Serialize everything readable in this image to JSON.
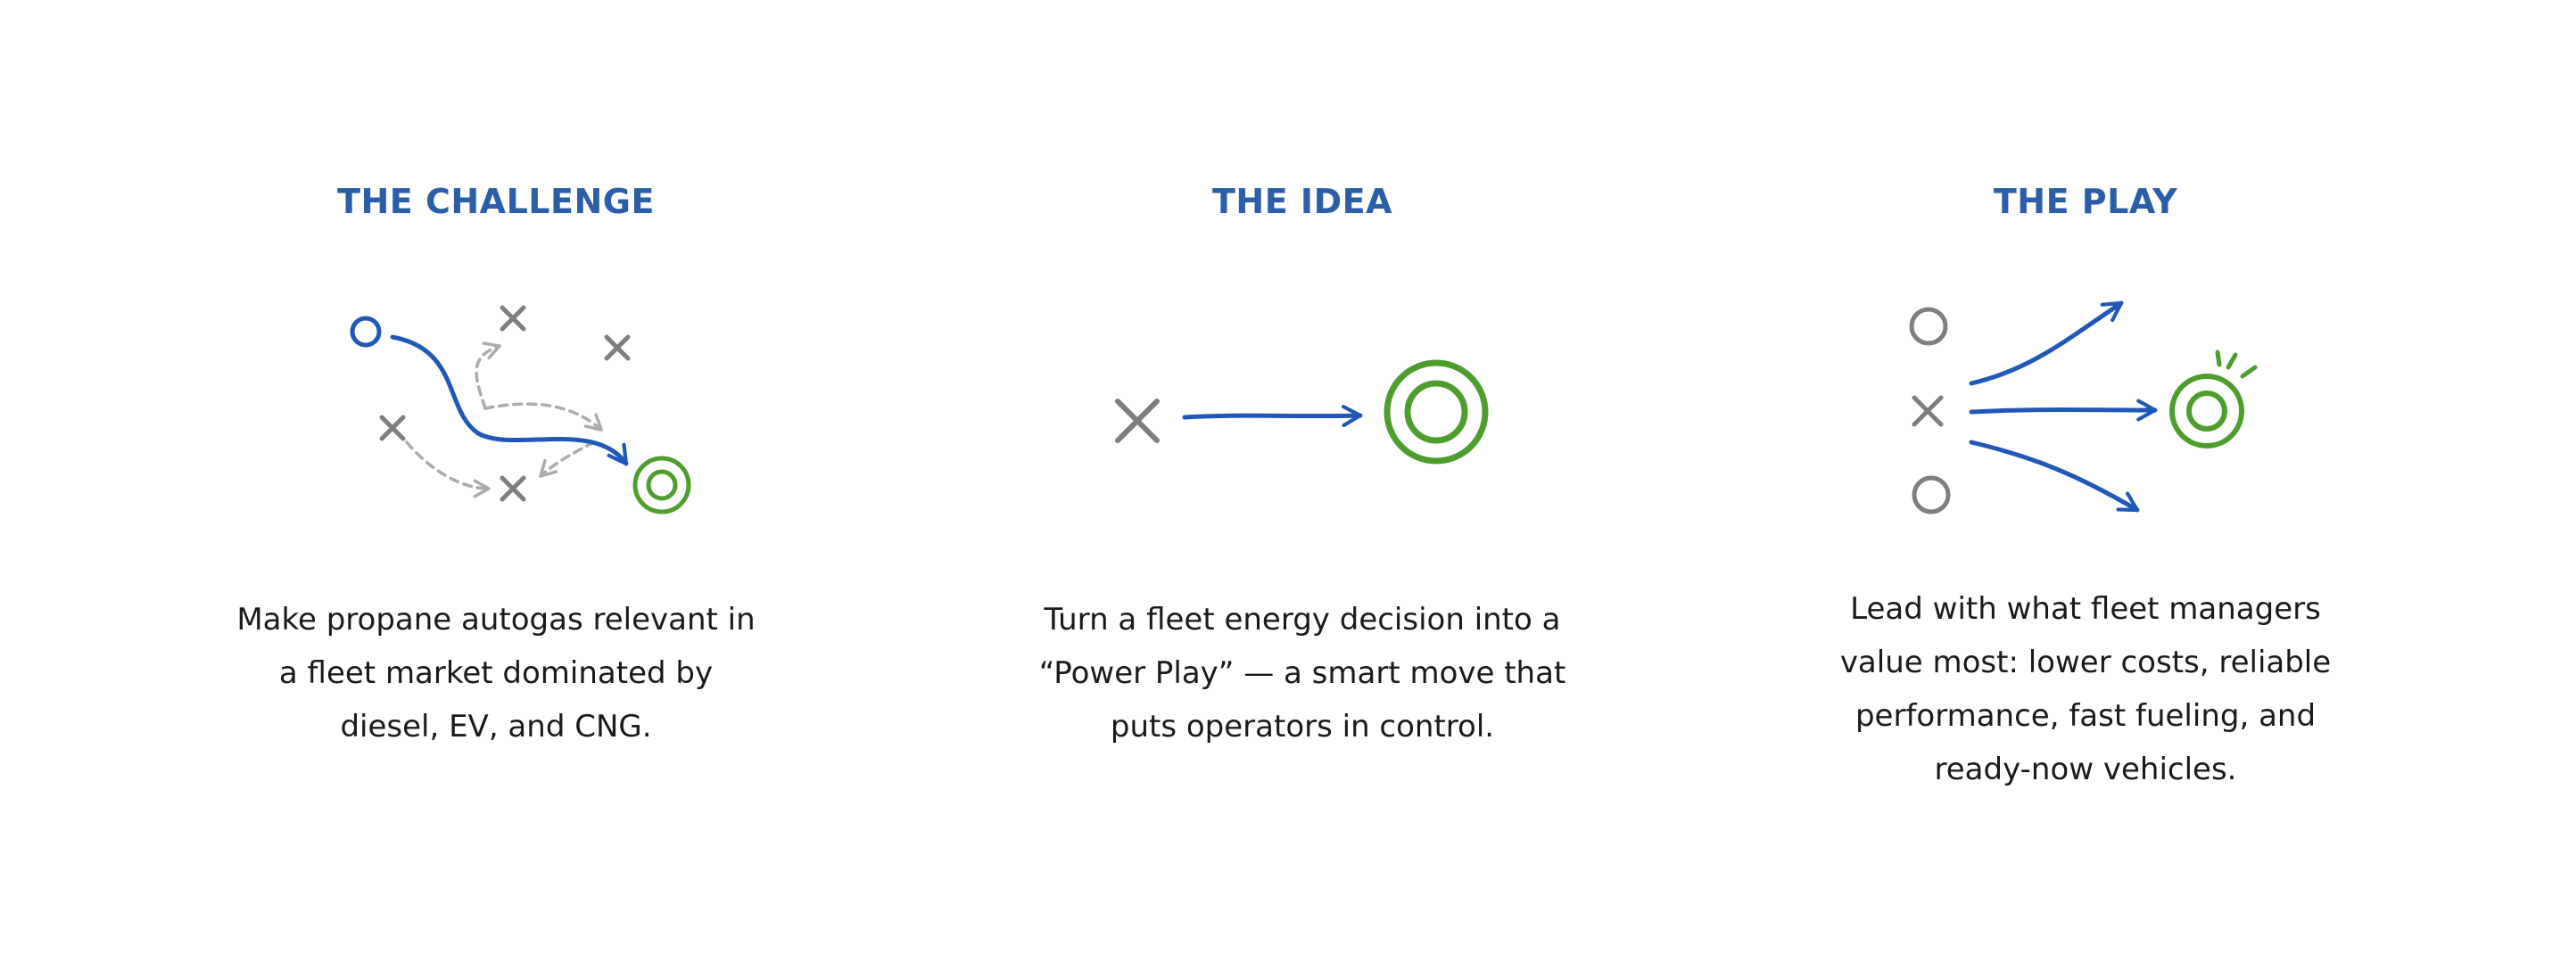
{
  "colors": {
    "title_blue": "#2a5ea8",
    "arrow_blue": "#1f58b8",
    "target_green": "#4e9e2e",
    "marker_gray": "#7e7e7e",
    "dashed_gray": "#ababab",
    "body_text": "#1a1a1a"
  },
  "panels": [
    {
      "title": "THE CHALLENGE",
      "body": "Make propane autogas relevant in a fleet market dominated by diesel, EV, and CNG."
    },
    {
      "title": "THE IDEA",
      "body": "Turn a fleet energy decision into a “Power Play” — a smart move that puts operators in control."
    },
    {
      "title": "THE PLAY",
      "body": "Lead with what fleet managers value most: lower costs, reliable performance, fast fueling, and ready-now vehicles."
    }
  ]
}
